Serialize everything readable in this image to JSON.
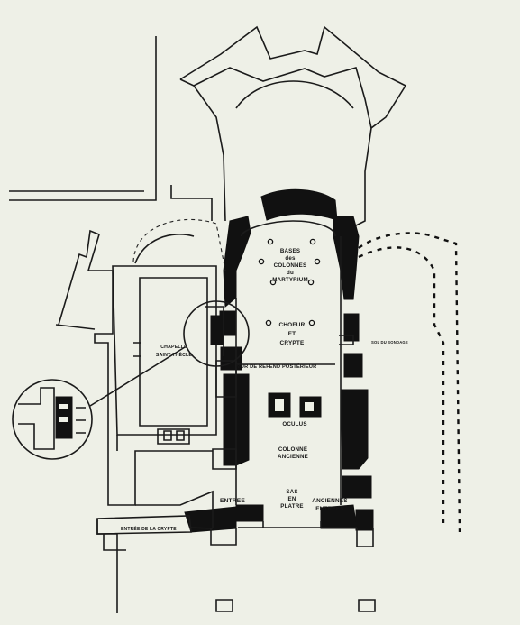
{
  "labels": {
    "bases_1": "BASES",
    "bases_2": "des",
    "bases_3": "COLONNES",
    "bases_4": "du",
    "bases_5": "MARTYRIUM",
    "choeur_1": "CHOEUR",
    "choeur_2": "ET",
    "choeur_3": "CRYPTE",
    "mur": "MUR DE REFEND POSTÉRIEUR",
    "oculus": "OCULUS",
    "colonne_1": "COLONNE",
    "colonne_2": "ANCIENNE",
    "sas_1": "SAS",
    "sas_2": "EN",
    "sas_3": "PLATRE",
    "entree": "ENTREE",
    "anciennes_1": "ANCIENNES",
    "anciennes_2": "ENTREES",
    "chapelle_1": "CHAPELLE",
    "chapelle_2": "SAINT-THÈCLE",
    "crypte": "ENTRÉE DE LA CRYPTE",
    "sondage": "SOL DU SONDAGE"
  }
}
